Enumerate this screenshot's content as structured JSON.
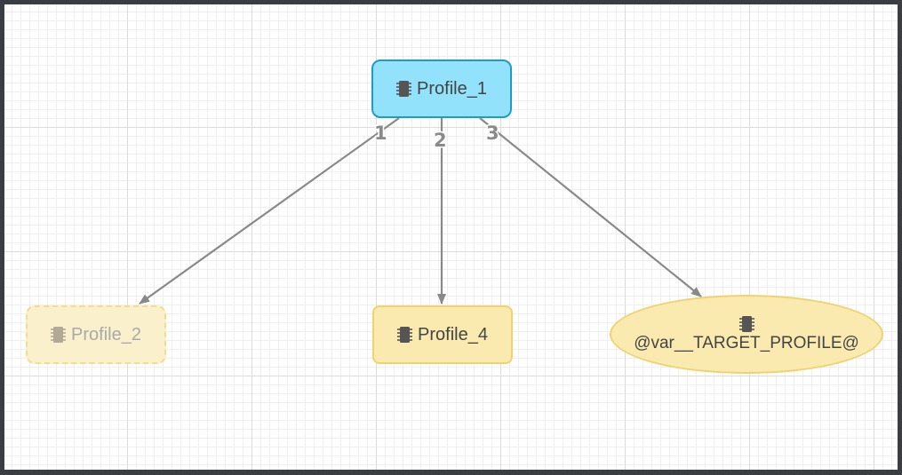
{
  "colors": {
    "edge": "#898989",
    "selected_fill": "#92e2fb",
    "selected_border": "#1d9cc4",
    "node_fill": "#faeab0",
    "node_border": "#f0d271",
    "disabled_fill": "#fbf0cc"
  },
  "nodes": {
    "profile_1": {
      "label": "Profile_1",
      "icon": "chip-icon",
      "state": "selected"
    },
    "profile_2": {
      "label": "Profile_2",
      "icon": "chip-icon",
      "state": "disabled"
    },
    "profile_4": {
      "label": "Profile_4",
      "icon": "chip-icon",
      "state": "normal"
    },
    "target": {
      "label": "@var__TARGET_PROFILE@",
      "icon": "chip-icon",
      "state": "variable"
    }
  },
  "edges": [
    {
      "from": "Profile_1",
      "to": "Profile_2",
      "label": "1"
    },
    {
      "from": "Profile_1",
      "to": "Profile_4",
      "label": "2"
    },
    {
      "from": "Profile_1",
      "to": "@var__TARGET_PROFILE@",
      "label": "3"
    }
  ]
}
